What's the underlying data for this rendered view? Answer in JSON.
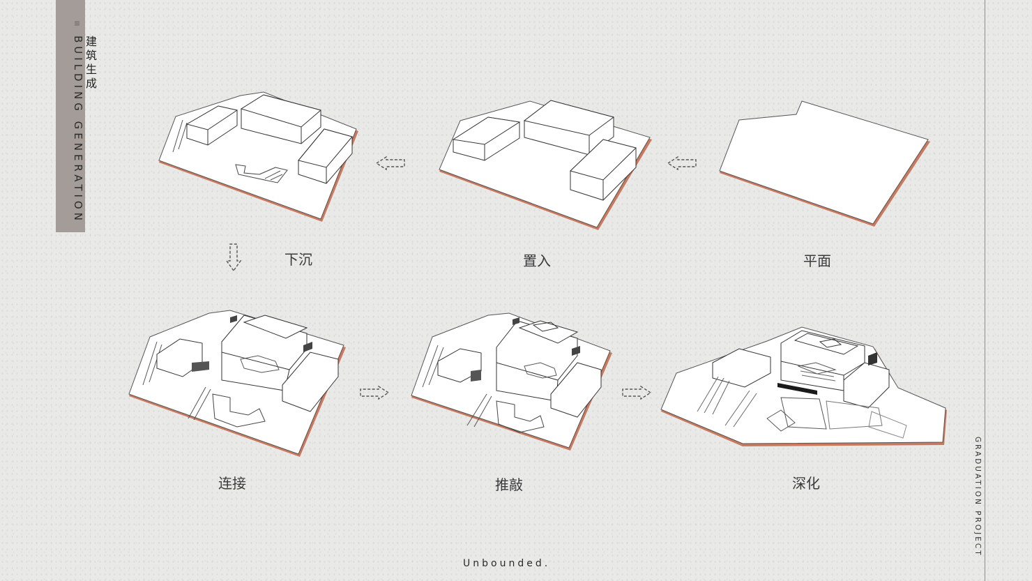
{
  "section": {
    "title_cn": "建筑生成",
    "title_en": "Building Generation"
  },
  "steps": [
    {
      "label": "平面",
      "order": 1
    },
    {
      "label": "置入",
      "order": 2
    },
    {
      "label": "下沉",
      "order": 3
    },
    {
      "label": "连接",
      "order": 4
    },
    {
      "label": "推敲",
      "order": 5
    },
    {
      "label": "深化",
      "order": 6
    }
  ],
  "footer": {
    "brand": "Unbounded.",
    "side_text": "Graduation Project"
  },
  "colors": {
    "background": "#e9e9e8",
    "side_bar": "#a39c98",
    "outline_accent": "#c97a5e",
    "model_fill": "#ffffff",
    "arrow": "#555555"
  }
}
